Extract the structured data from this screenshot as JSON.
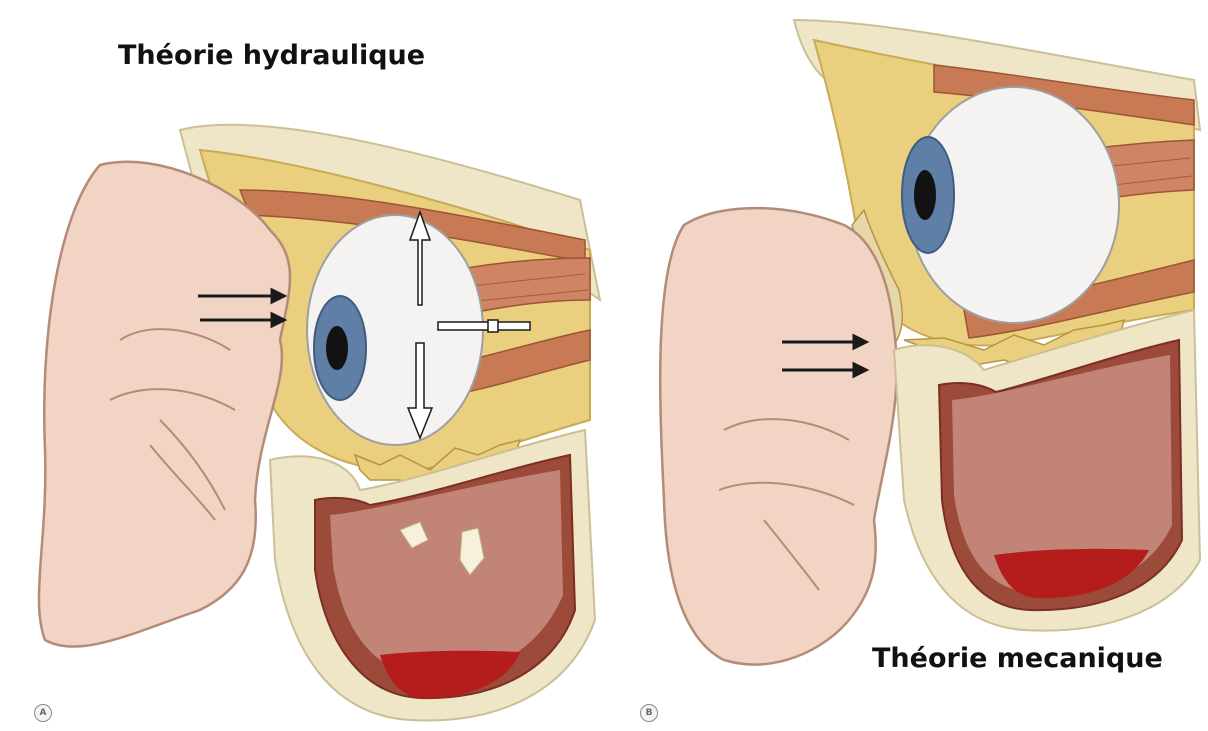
{
  "panels": [
    {
      "label": "A",
      "title": "Théorie hydraulique"
    },
    {
      "label": "B",
      "title": "Théorie mecanique"
    }
  ]
}
